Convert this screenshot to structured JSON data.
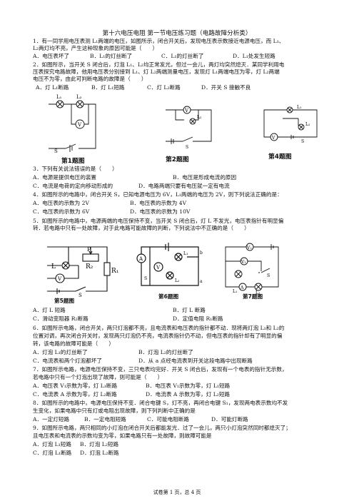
{
  "title": "第十六电压电阻 第一节电压练习题（电路故障分析类）",
  "lines": [
    "1．有一同学用电压表测 L₁两端的电压，如图所示，闭合开关后，发现电压表示数接近电源电压，而 L₁、",
    "L₂两灯均不亮，产生这种现象的原因可能是（　　）",
    "2．如图所示，当开关 S 闭合后，灯泡 L₁、L₂均正常发光，但过一会儿，两灯均突然熄灭．某同学利用电",
    "压表探究电路故障，他用电压表分别接到 L₁、灯 L₂两端测量电压，发现灯 L₁两端电压为零，灯 L₂两端",
    "电压不为零，由此可判断电路的故障是（　　）",
    "3．下列有关说法错误的是（　　）",
    "4．如图所示的电路中，闭合开关 S，已知电源电压为 6V，L₁两端的电压为 2V，则下列说法正确的是：",
    "5．如图所示的电路中，电源两端的电压保持不变，当开关 S 闭合后，灯 L 不发光，电压表指针有明显偏",
    "转．若电路中只有一处故障，对于此电路可能故障的判断，下列说法中不正确的是（　　）",
    "6．如图所示电路，闭合开关，两只灯泡都不亮，且电流表和电压表的指针都不动．现将两灯泡 L₁和 L₂的",
    "位置对调，再次闭合开关时，发现两只灯泡仍不亮，电流表指针仍不动，但电压表的指针却有了明显的偏",
    "转，该电路的故障可能是（　　）",
    "7．如图所示电路，电源电压保持不变，三只电表均完好．开关 S 闭合后，发现有一个电表的指针无示数，",
    "若电路中只有一个灯泡出现了故障，则可能是（　　）",
    "8．如图所示的电路中，电源电压保持不变．闭合电键 S，灯不亮，再闭合电键 S₁，发现两电表示数均不发",
    "生变化，如果电路中只有灯或电阻出现故障，则下列判断中正确的是",
    "9．如图所示电路，两只相同的小灯泡在闭合开关后都能发光．过了一会儿，两只小灯泡突然同时都熄灭了；",
    "且电压表和电流表的示数均变为零，如果电路只有一处故障，则故障可能是"
  ],
  "options": {
    "q1": [
      "A．电压表坏了",
      "B．L₁的灯丝断了",
      "C．L₁的灯丝断了",
      "D．L₁处发生短路"
    ],
    "q2": [
      "A．灯 L₁断路",
      "B．灯 L₁短路",
      "C．灯 L₂断路",
      "D．开关 S 接触不良"
    ],
    "q3": [
      "A．电源是提供电压的装置",
      "B．电压是形成电流的原因",
      "C．电流是电荷的定向移动形成的",
      "D．电路两端只要有电压就一定有电流"
    ],
    "q4": [
      "A．电压表的示数为 2V",
      "B．电压表的示数为 4V",
      "C．电压表的示数为 6V",
      "D．电压表的示数为 10V"
    ],
    "q5": [
      "A．灯 L 短路",
      "B．灯 L 断路",
      "C．滑动变阻器 R₂断路",
      "D．定值电阻 R₁断路"
    ],
    "q6": [
      "A．灯泡 L₁的灯丝断了",
      "B．灯泡 L₂的灯丝断了",
      "C．电流表和两个灯泡都坏了",
      "D．从 a 点经电流表到开关这段电路中出现断路"
    ],
    "q7": [
      "A．电压表 V₁示数为零，灯 L₁断路",
      "B．电压表 V₁示数为零，灯 L₁短路",
      "C．电流表 A 示数为零，灯 L₂断路",
      "D．电流表 A 示数为零，灯 L₂短路"
    ],
    "q8": [
      "A．一定灯短路",
      "B．一定电阻短路",
      "C．可能电阻断路",
      "D．可能灯断路"
    ],
    "q9": [
      "A．灯泡 L₁短路",
      "B．灯泡 L₂短路",
      "C．灯泡 L₁断路",
      "D．灯泡 L₂断路"
    ]
  },
  "figure_captions": {
    "fig1": "第1题图",
    "fig2": "第2题图",
    "fig4": "第4题图",
    "fig5": "第5题图",
    "fig6": "第6题图",
    "fig7": "第7题图"
  },
  "circuit_labels": {
    "L1": "L₁",
    "L2": "L₂",
    "V": "V",
    "S": "S",
    "A": "A",
    "L": "L",
    "P": "P",
    "R1": "R₁",
    "R2": "R₂",
    "V1": "V₁",
    "V2": "V₂",
    "a": "a",
    "b": "b"
  },
  "footer": "试卷第 1 页，总 4 页"
}
